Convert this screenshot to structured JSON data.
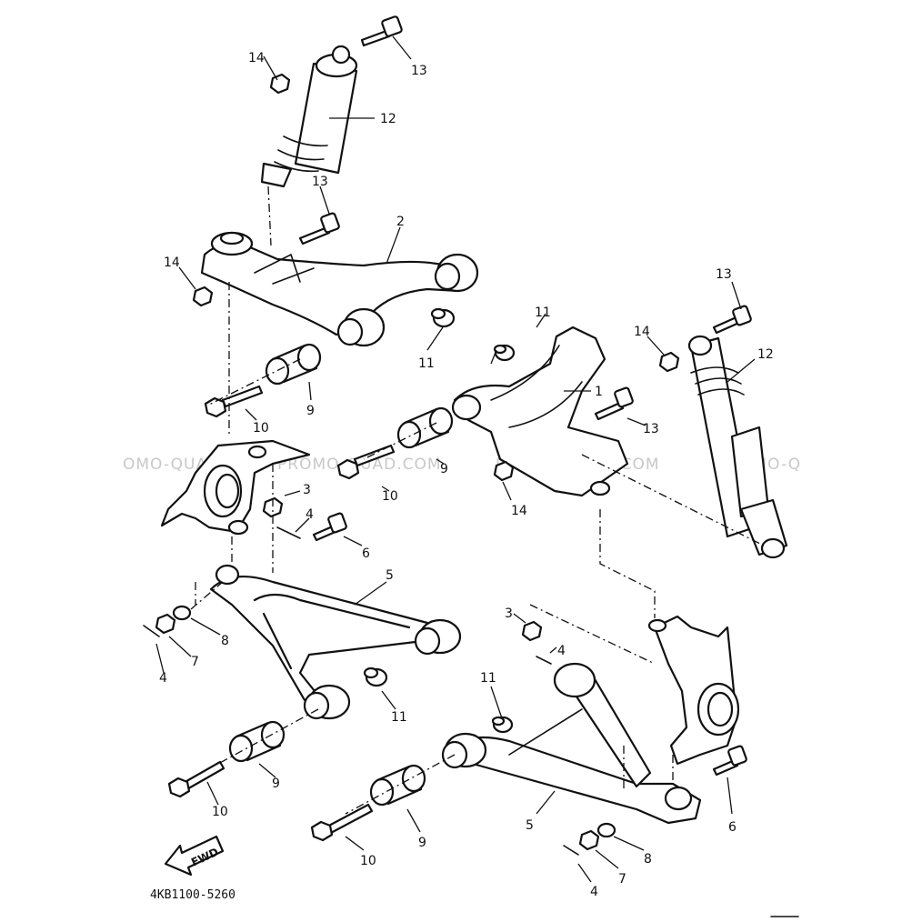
{
  "diagram": {
    "part_code": "4KB1100-5260",
    "direction_label": "FWD",
    "watermarks": [
      "OMO-QUAD.COM",
      "PROMO-QUAD.COM",
      "PROMO-QUAD.COM",
      "PROMO-Q"
    ],
    "callouts": {
      "c14a": "14",
      "c13a": "13",
      "c12a": "12",
      "c13b": "13",
      "c2": "2",
      "c14b": "14",
      "c11a": "11",
      "c9a": "9",
      "c10a": "10",
      "c11b": "11",
      "c1": "1",
      "c13c": "13",
      "c14c": "14",
      "c12b": "12",
      "c13d": "13",
      "c9b": "9",
      "c10b": "10",
      "c14d": "14",
      "c3a": "3",
      "c4a": "4",
      "c6a": "6",
      "c5a": "5",
      "c8a": "8",
      "c7a": "7",
      "c4b": "4",
      "c11c": "11",
      "c9c": "9",
      "c10c": "10",
      "c3b": "3",
      "c4c": "4",
      "c11d": "11",
      "c5b": "5",
      "c6b": "6",
      "c9d": "9",
      "c10d": "10",
      "c8b": "8",
      "c7b": "7",
      "c4d": "4"
    }
  }
}
